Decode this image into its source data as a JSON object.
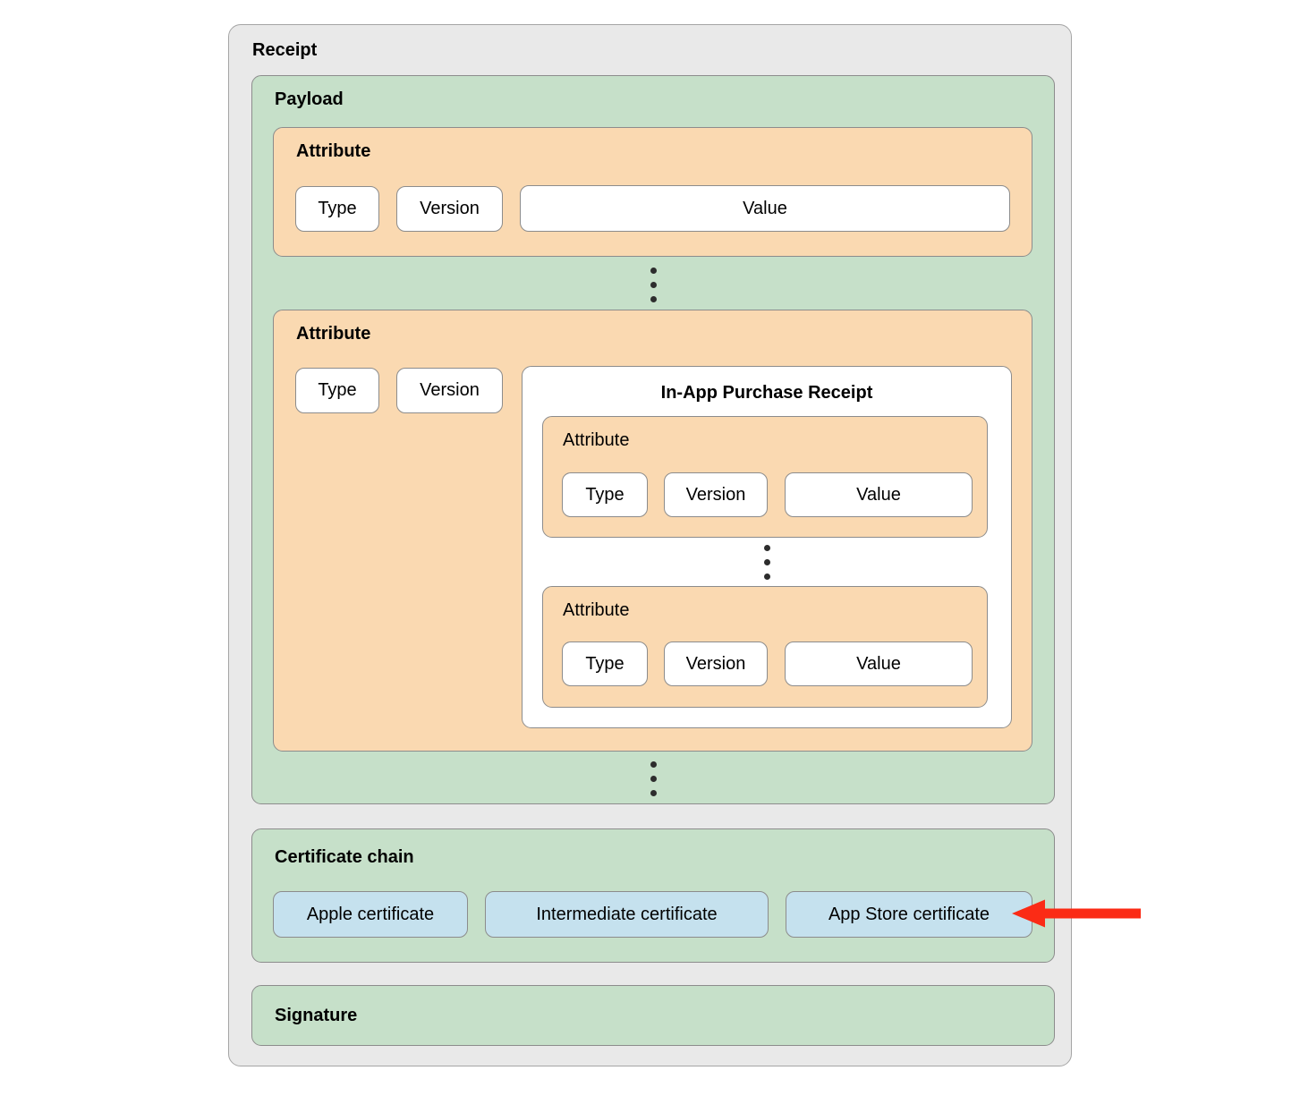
{
  "diagram": {
    "receipt": {
      "label": "Receipt"
    },
    "payload": {
      "label": "Payload",
      "attributes": [
        {
          "label": "Attribute",
          "fields": [
            "Type",
            "Version",
            "Value"
          ]
        },
        {
          "label": "Attribute",
          "fields": [
            "Type",
            "Version"
          ],
          "iap": {
            "title": "In-App Purchase Receipt",
            "attributes": [
              {
                "label": "Attribute",
                "fields": [
                  "Type",
                  "Version",
                  "Value"
                ]
              },
              {
                "label": "Attribute",
                "fields": [
                  "Type",
                  "Version",
                  "Value"
                ]
              }
            ]
          }
        }
      ]
    },
    "certificate_chain": {
      "label": "Certificate chain",
      "certificates": [
        "Apple certificate",
        "Intermediate certificate",
        "App Store certificate"
      ]
    },
    "signature": {
      "label": "Signature"
    }
  },
  "colors": {
    "container_gray": "#e9e9e9",
    "section_green": "#c6e0c9",
    "attribute_orange": "#fad9b1",
    "field_white": "#ffffff",
    "certificate_blue": "#c5e1ee",
    "arrow_red": "#fb2b15"
  }
}
